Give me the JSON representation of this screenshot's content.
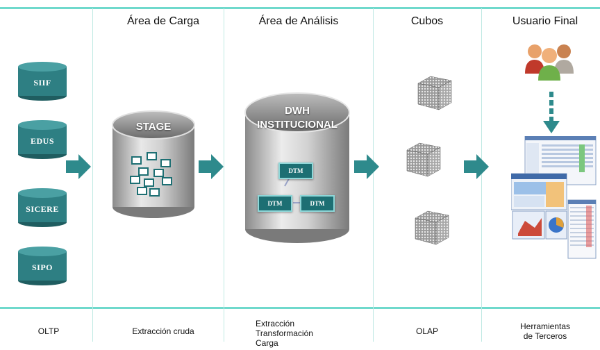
{
  "columns": [
    {
      "title": "",
      "footer": "OLTP"
    },
    {
      "title": "Área de Carga",
      "footer": "Extracción cruda"
    },
    {
      "title": "Área de Análisis",
      "footer": [
        "Extracción",
        "Transformación",
        "Carga"
      ]
    },
    {
      "title": "Cubos",
      "footer": "OLAP"
    },
    {
      "title": "Usuario Final",
      "footer": [
        "Herramientas",
        "de Terceros"
      ]
    }
  ],
  "sources": [
    "SIIF",
    "EDUS",
    "SICERE",
    "SIPO"
  ],
  "stage_label": "STAGE",
  "dwh_label_1": "DWH",
  "dwh_label_2": "INSTITUCIONAL",
  "dtm_label": "DTM",
  "colors": {
    "accent_line": "#6fd9cc",
    "db_teal": "#2e7f83",
    "arrow_teal": "#2e8a8c"
  }
}
